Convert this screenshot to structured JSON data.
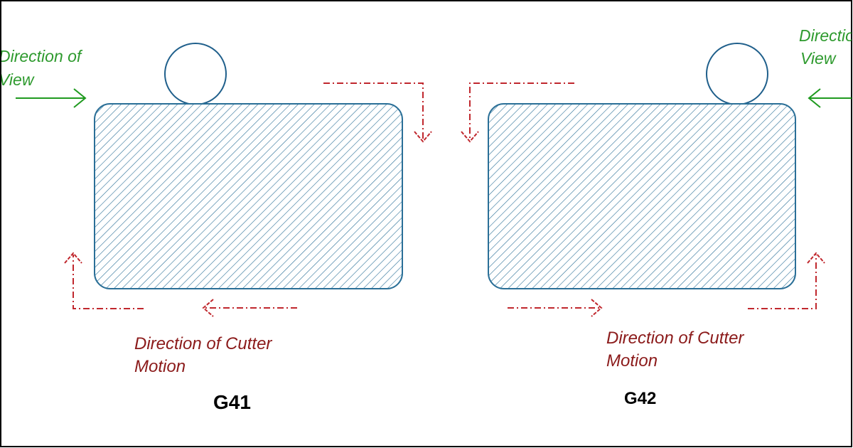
{
  "left_panel": {
    "view_label_line1": "Direction of",
    "view_label_line2": "View",
    "motion_label_line1": "Direction of Cutter",
    "motion_label_line2": "Motion",
    "code": "G41"
  },
  "right_panel": {
    "view_label_line1": "Direction of",
    "view_label_line2": "View",
    "motion_label_line1": "Direction of Cutter",
    "motion_label_line2": "Motion",
    "code": "G42"
  },
  "colors": {
    "view_green": "#2e9a2e",
    "motion_red": "#c0272d",
    "motion_text": "#8b1a1a",
    "outline_blue": "#2a6f97",
    "frame": "#000000"
  },
  "icons": {
    "view_arrow": "arrow-right-icon",
    "cutter": "circle-cutter-icon",
    "motion_arrow": "dash-dot-arrow-icon"
  }
}
